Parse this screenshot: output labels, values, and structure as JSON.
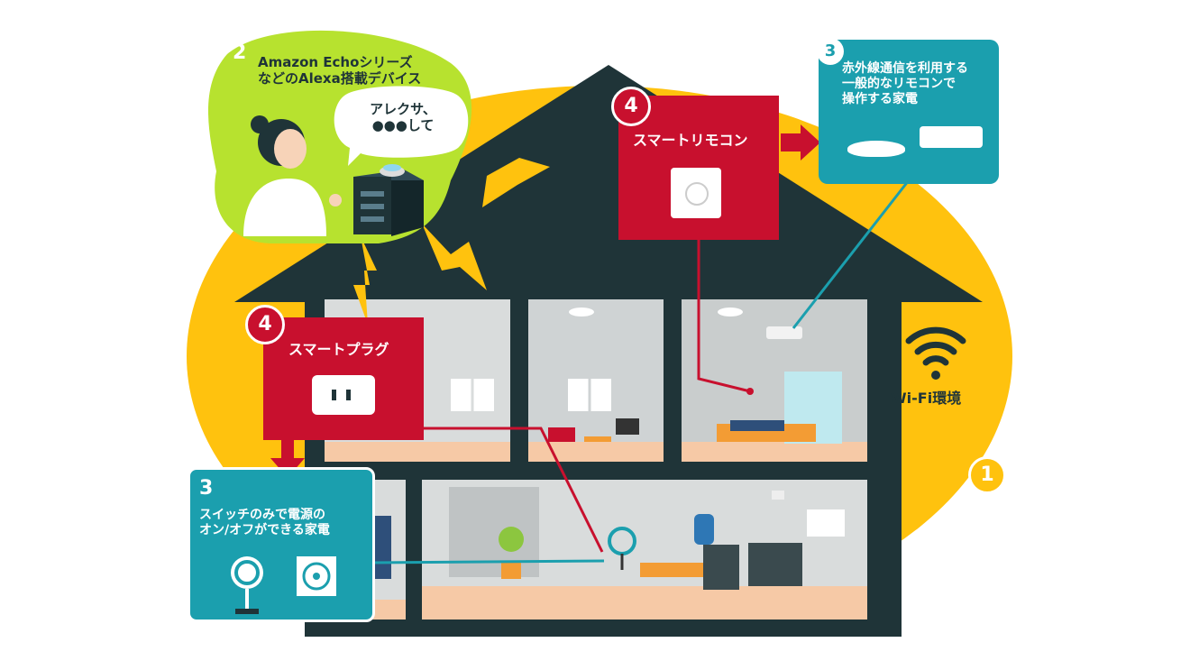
{
  "colors": {
    "house": "#1f3438",
    "sun": "#ffc20e",
    "red": "#c8102e",
    "teal": "#1b9fae",
    "lime": "#b7e22f",
    "room_wall": "#d9dcdc",
    "room_floor": "#f6c9a6"
  },
  "alexa": {
    "number": "2",
    "title_line1": "Amazon Echoシリーズ",
    "title_line2": "などのAlexa搭載デバイス",
    "speech_line1": "アレクサ、",
    "speech_line2": "●●●して"
  },
  "ir_appliance": {
    "number": "3",
    "line1": "赤外線通信を利用する",
    "line2": "一般的なリモコンで",
    "line3": "操作する家電"
  },
  "smart_remote": {
    "number": "4",
    "label": "スマートリモコン"
  },
  "smart_plug": {
    "number": "4",
    "label": "スマートプラグ"
  },
  "switch_appliance": {
    "number": "3",
    "line1": "スイッチのみで電源の",
    "line2": "オン/オフができる家電"
  },
  "wifi": {
    "number": "1",
    "label": "Wi-Fi環境"
  }
}
